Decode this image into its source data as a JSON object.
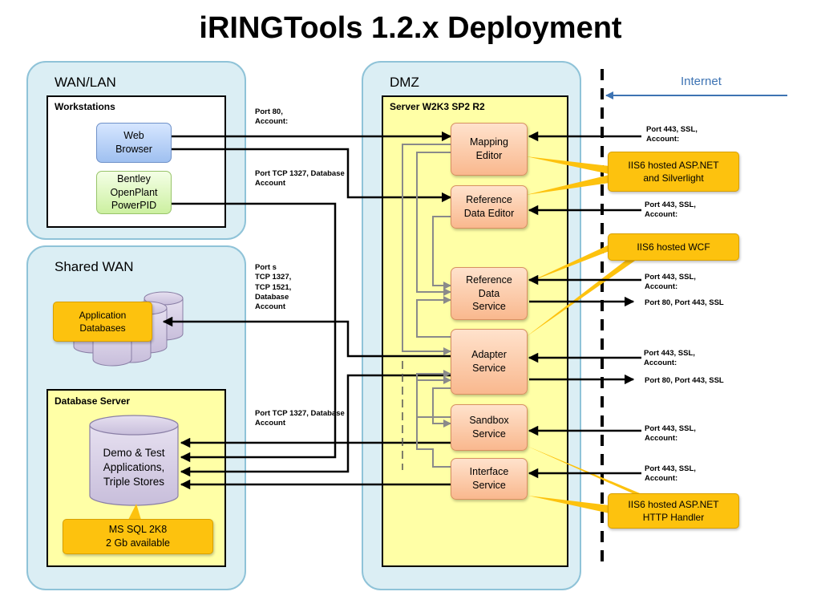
{
  "title": "iRINGTools 1.2.x Deployment",
  "zones": {
    "wanlan": "WAN/LAN",
    "shared_wan": "Shared WAN",
    "dmz": "DMZ",
    "internet": "Internet"
  },
  "panels": {
    "workstations": "Workstations",
    "database_server": "Database Server",
    "server": "Server W2K3 SP2 R2"
  },
  "nodes": {
    "web_browser": "Web\nBrowser",
    "openplant": "Bentley\nOpenPlant\nPowerPID",
    "app_databases": "Application\nDatabases",
    "demo_db": "Demo & Test\nApplications,\nTriple Stores",
    "ms_sql": "MS SQL 2K8\n2 Gb available",
    "mapping_editor": "Mapping\nEditor",
    "ref_data_editor": "Reference\nData Editor",
    "ref_data_service": "Reference\nData\nService",
    "adapter_service": "Adapter\nService",
    "sandbox_service": "Sandbox\nService",
    "interface_service": "Interface\nService"
  },
  "callouts": {
    "aspnet_silverlight": "IIS6 hosted ASP.NET\nand Silverlight",
    "wcf": "IIS6 hosted WCF",
    "aspnet_http": "IIS6 hosted ASP.NET\nHTTP Handler"
  },
  "port_labels": {
    "port80": "Port 80,\nAccount:",
    "tcp1327_a": "Port TCP 1327, Database\nAccount",
    "ports_multi": "Port s\n  TCP 1327,\n  TCP 1521,\nDatabase\nAccount",
    "tcp1327_b": "Port TCP 1327, Database\nAccount",
    "r1": "Port 443, SSL,\nAccount:",
    "r2": "Port 443, SSL,\nAccount:",
    "r3": "Port 443, SSL,\nAccount:",
    "r3b": "Port 80, Port 443, SSL",
    "r4": "Port 443, SSL,\n Account:",
    "r4b": "Port 80, Port 443, SSL",
    "r5": "Port 443, SSL,\nAccount:",
    "r6": "Port 443, SSL,\nAccount:"
  },
  "colors": {
    "zone_fill": "#dbeef4",
    "server_fill": "#ffffa6",
    "callout": "#fdc20e",
    "internet": "#3d73b3"
  }
}
